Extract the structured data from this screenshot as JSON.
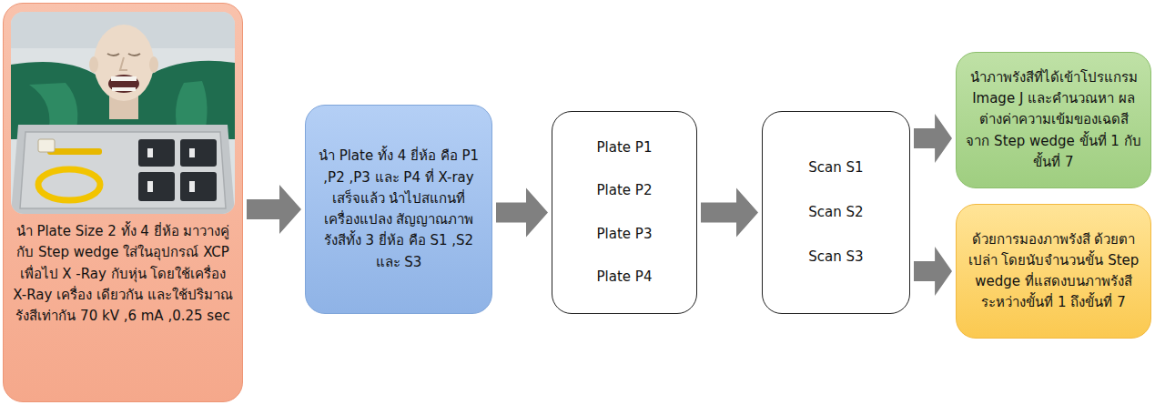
{
  "diagram": {
    "nodes": [
      {
        "text": [
          "นำ Plate Size 2 ทั้ง 4 ยี่ห้อ มาวางคู่กับ Step wedge ใส่ในอุปกรณ์ XCP เพื่อไป X -Ray กับหุ่น โดยใช้เครื่อง X-Ray เครื่อง เดียวกัน และใช้ปริมาณรังสีเท่ากัน 70 kV ,6 mA ,0.25 sec"
        ]
      },
      {
        "text": [
          "นำ Plate ทั้ง 4 ยี่ห้อ คือ P1 ,P2 ,P3 และ P4 ที่ X-ray เสร็จแล้ว นำไปสแกนที่เครื่องแปลง สัญญาณภาพรังสีทั้ง 3 ยี่ห้อ คือ S1 ,S2 และ S3"
        ]
      },
      {
        "text": [
          "Plate P1",
          "Plate P2",
          "Plate P3",
          "Plate P4"
        ]
      },
      {
        "text": [
          "Scan S1",
          "Scan S2",
          "Scan S3"
        ]
      },
      {
        "text": [
          "นำภาพรังสีที่ได้เข้าโปรแกรม Image J และคำนวณหา ผลต่างค่าความเข้มของเฉดสี จาก Step wedge ขั้นที่ 1 กับขั้นที่ 7"
        ]
      },
      {
        "text": [
          "ด้วยการมองภาพรังสี ด้วยตาเปล่า โดยนับจำนวนขั้น Step wedge ที่แสดงบนภาพรังสี ระหว่างขั้นที่ 1 ถึงขั้นที่ 7"
        ]
      }
    ],
    "edges": [
      {
        "from": 0,
        "to": 1,
        "arrow": "to"
      },
      {
        "from": 1,
        "to": 2,
        "arrow": "to"
      },
      {
        "from": 2,
        "to": 3,
        "arrow": "to"
      },
      {
        "from": 3,
        "to": 4,
        "arrow": "to"
      },
      {
        "from": 3,
        "to": 5,
        "arrow": "to"
      }
    ]
  }
}
